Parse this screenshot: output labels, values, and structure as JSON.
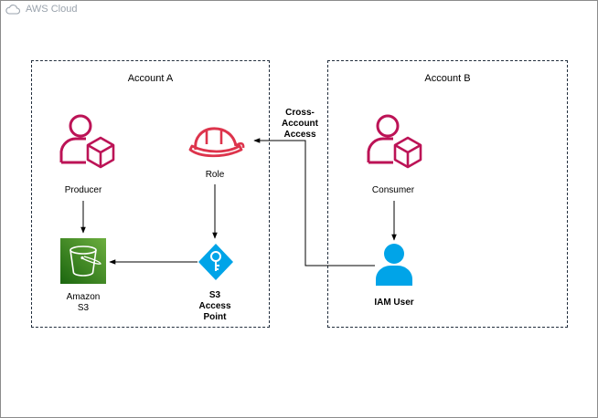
{
  "cloud": {
    "title": "AWS Cloud",
    "icon": "cloud-icon"
  },
  "accounts": [
    {
      "title": "Account A"
    },
    {
      "title": "Account B"
    }
  ],
  "nodes": {
    "producer": {
      "label": "Producer",
      "icon": "user-package-icon"
    },
    "role": {
      "label": "Role",
      "icon": "hard-hat-icon"
    },
    "s3": {
      "label_line1": "Amazon",
      "label_line2": "S3",
      "icon": "bucket-icon"
    },
    "access_point": {
      "label_line1": "S3",
      "label_line2": "Access",
      "label_line3": "Point",
      "icon": "key-diamond-icon"
    },
    "consumer": {
      "label": "Consumer",
      "icon": "user-package-icon"
    },
    "iam_user": {
      "label": "IAM User",
      "icon": "user-icon"
    }
  },
  "edge_label": {
    "line1": "Cross-",
    "line2": "Account",
    "line3": "Access"
  },
  "colors": {
    "people": "#bc1356",
    "role": "#dd344c",
    "s3_dark": "#1b660f",
    "s3_light": "#6cae3e",
    "blue": "#00a4e8",
    "arrow": "#000000"
  }
}
